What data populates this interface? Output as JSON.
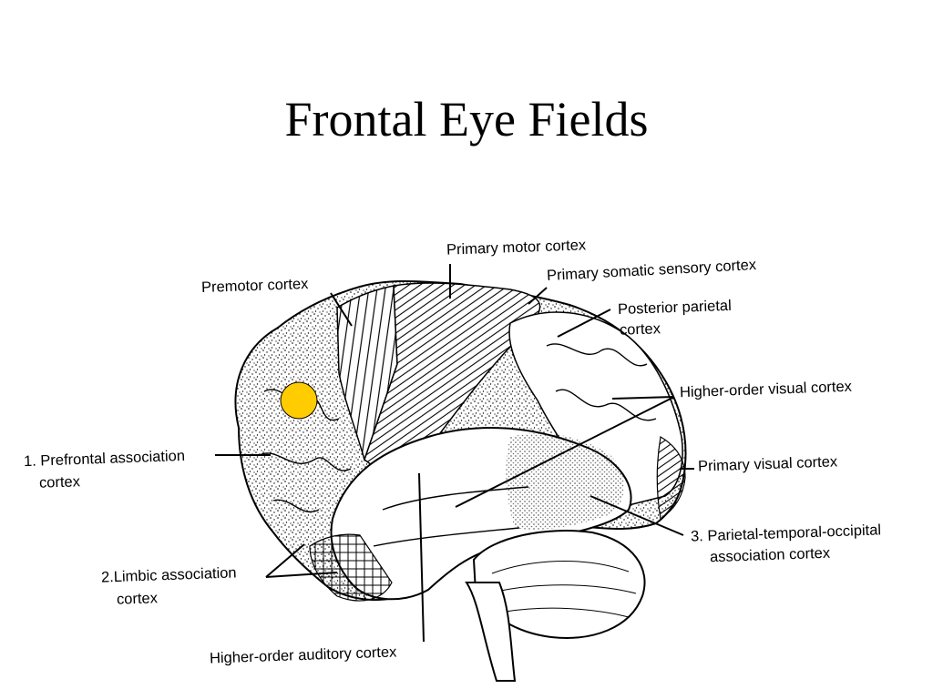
{
  "slide": {
    "title": "Frontal Eye Fields"
  },
  "labels": {
    "primary_motor": "Primary motor cortex",
    "primary_somatic": "Primary somatic sensory cortex",
    "premotor": "Premotor cortex",
    "posterior_parietal_1": "Posterior parietal",
    "posterior_parietal_2": "cortex",
    "higher_visual": "Higher-order visual cortex",
    "prefrontal_1": "1. Prefrontal association",
    "prefrontal_2": "cortex",
    "primary_visual": "Primary visual cortex",
    "pto_1": "3. Parietal-temporal-occipital",
    "pto_2": "association cortex",
    "limbic_1": "2.Limbic association",
    "limbic_2": "cortex",
    "auditory": "Higher-order auditory cortex"
  },
  "marker": {
    "name": "frontal-eye-field-marker",
    "color": "#FFCC00"
  }
}
